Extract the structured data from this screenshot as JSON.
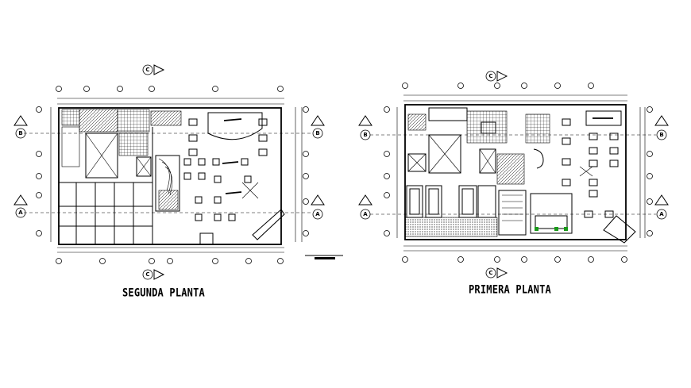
{
  "plans": [
    {
      "title": "SEGUNDA PLANTA",
      "grid_labels": {
        "top": "C",
        "bottom": "C",
        "left_upper": "B",
        "left_lower": "A",
        "right_upper": "B",
        "right_lower": "A"
      }
    },
    {
      "title": "PRIMERA PLANTA",
      "grid_labels": {
        "top": "C",
        "bottom": "C",
        "left_upper": "B",
        "left_lower": "A",
        "right_upper": "B",
        "right_lower": "A"
      }
    }
  ],
  "colors": {
    "ink": "#000000",
    "accent": "#1a9a1a",
    "background": "#ffffff"
  }
}
